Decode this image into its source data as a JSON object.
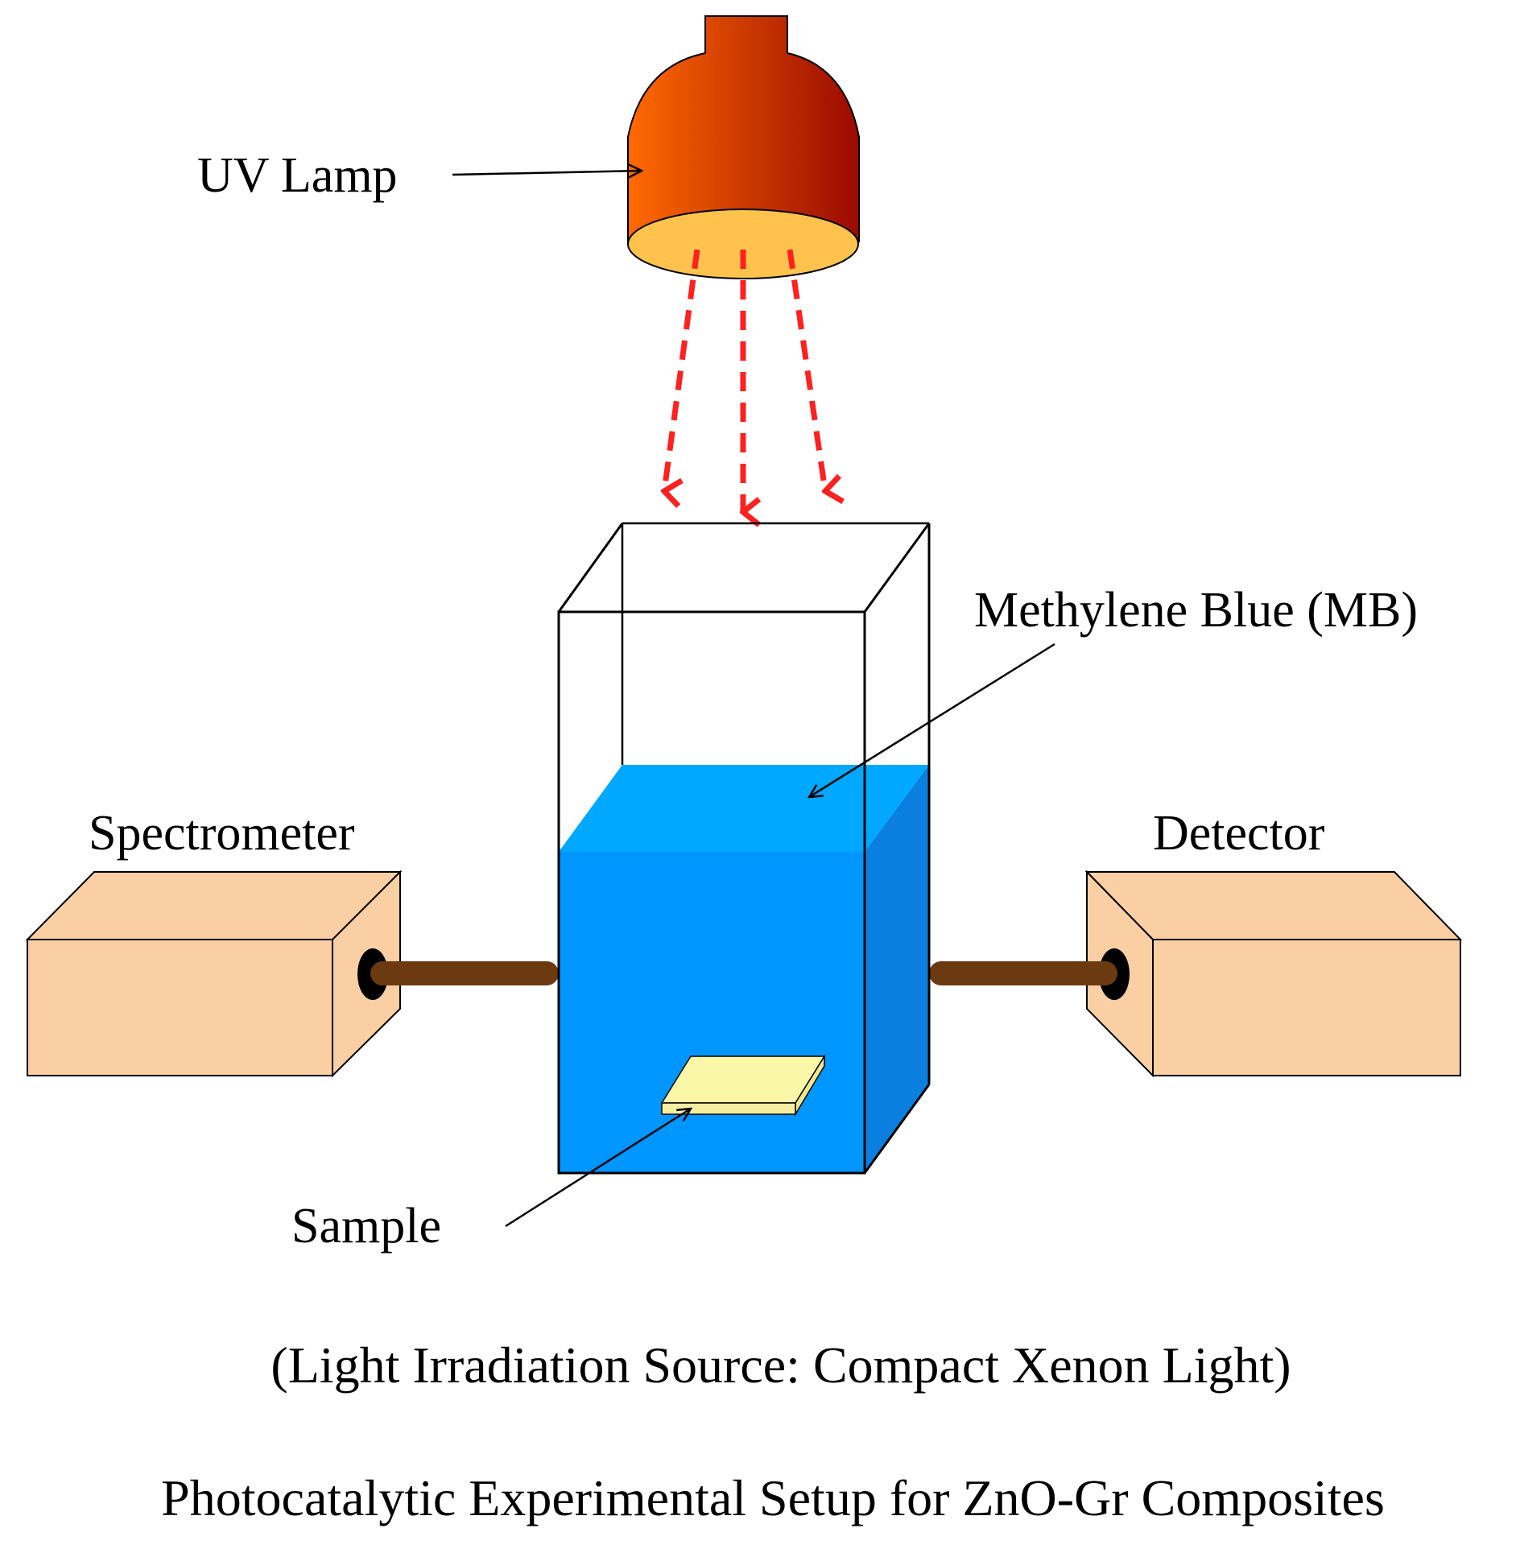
{
  "labels": {
    "uv_lamp": "UV Lamp",
    "methylene_blue": "Methylene Blue (MB)",
    "spectrometer": "Spectrometer",
    "detector": "Detector",
    "sample": "Sample",
    "light_source": "(Light Irradiation Source: Compact Xenon Light)",
    "caption": "Photocatalytic Experimental Setup for ZnO-Gr Composites"
  },
  "colors": {
    "lamp_light": "#ff6a00",
    "lamp_dark": "#9a0a00",
    "lamp_opening": "#ffc34d",
    "light_rays": "#ff2020",
    "liquid_front": "#0096ff",
    "liquid_top": "#00a8ff",
    "liquid_side": "#0a7fe0",
    "box_fill": "#f9cfa3",
    "rod": "#6b3a10",
    "sample": "#fbf7a8",
    "outline": "#000000"
  }
}
